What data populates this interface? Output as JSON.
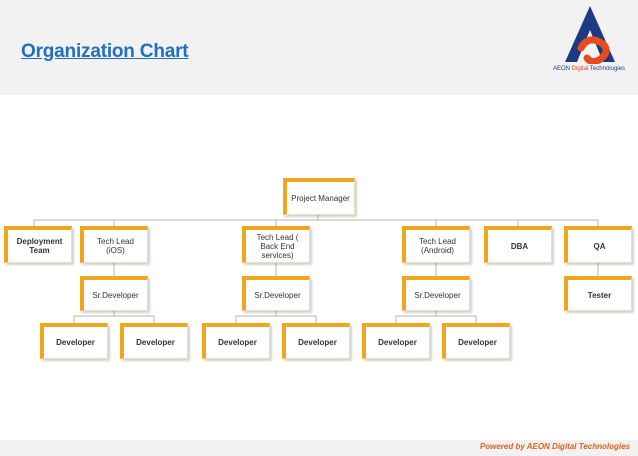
{
  "header": {
    "title": "Organization Chart"
  },
  "logo": {
    "name_prefix": "AEON ",
    "name_highlight": "Digital",
    "name_suffix": " Technologies",
    "colors": {
      "blue": "#1d3b82",
      "red": "#e84c1e"
    }
  },
  "chart": {
    "project_manager": "Project Manager",
    "deployment_team": "Deployment Team",
    "tech_lead_ios": "Tech Lead (iOS)",
    "tech_lead_backend": "Tech Lead ( Back End services)",
    "tech_lead_android": "Tech Lead (Android)",
    "dba": "DBA",
    "qa": "QA",
    "sr_dev_ios": "Sr.Developer",
    "sr_dev_backend": "Sr.Developer",
    "sr_dev_android": "Sr.Developer",
    "tester": "Tester",
    "dev_ios_1": "Developer",
    "dev_ios_2": "Developer",
    "dev_backend_1": "Developer",
    "dev_backend_2": "Developer",
    "dev_android_1": "Developer",
    "dev_android_2": "Developer"
  },
  "footer": {
    "text": "Powered by AEON Digital Technologies"
  },
  "colors": {
    "title": "#1f6fc5",
    "node_accent": "#f0a51e",
    "connector": "#b5b5b5",
    "footer_text": "#e0601b"
  }
}
